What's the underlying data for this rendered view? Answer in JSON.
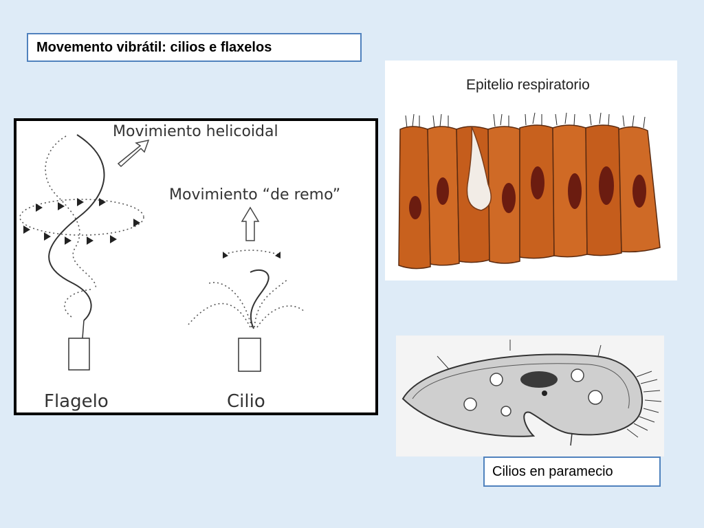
{
  "slide": {
    "title": "Movemento vibrátil: cilios e flaxelos",
    "caption_paramecium": "Cilios en paramecio"
  },
  "diagram": {
    "label_helical": "Movimiento helicoidal",
    "label_rowing": "Movimiento “de remo”",
    "label_flagellum": "Flagelo",
    "label_cilium": "Cilio"
  },
  "epithelium": {
    "title": "Epitelio respiratorio",
    "cell_color": "#c8611e",
    "nucleus_color": "#6b1c10"
  },
  "paramecium": {
    "body_color": "#cfcfcf"
  },
  "colors": {
    "accent_border": "#4f81bd",
    "background": "#deebf7"
  }
}
